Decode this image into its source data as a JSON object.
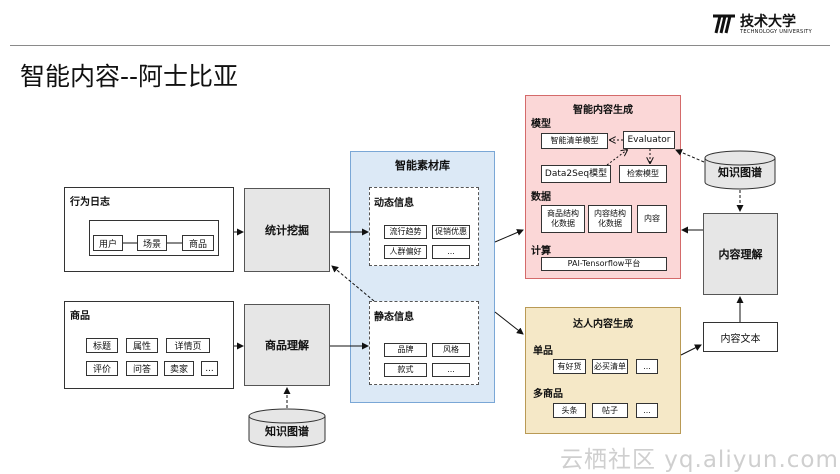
{
  "header": {
    "brand_name": "技术大学",
    "brand_sub": "TECHNOLOGY UNIVERSITY",
    "slide_title": "智能内容--阿士比亚"
  },
  "nodes": {
    "behavior_log": "行为日志",
    "user": "用户",
    "scene": "场景",
    "product_small": "商品",
    "stat_mining": "统计挖掘",
    "product": "商品",
    "title_tag": "标题",
    "attr_tag": "属性",
    "detail_tag": "详情页",
    "review_tag": "评价",
    "qa_tag": "问答",
    "seller_tag": "卖家",
    "more1": "...",
    "product_understanding": "商品理解",
    "kg_bottom": "知识图谱",
    "material_lib": "智能素材库",
    "dynamic_info": "动态信息",
    "trend": "流行趋势",
    "promo": "促销优惠",
    "crowd_pref": "人群偏好",
    "more2": "...",
    "static_info": "静态信息",
    "brand": "品牌",
    "style": "风格",
    "model_style": "款式",
    "more3": "...",
    "smart_gen": "智能内容生成",
    "model_section": "模型",
    "list_model": "智能清单模型",
    "evaluator": "Evaluator",
    "d2s": "Data2Seq模型",
    "retrieval": "检索模型",
    "data_section": "数据",
    "struct_product": "商品结构化数据",
    "struct_content": "内容结构化数据",
    "content_data": "内容",
    "compute_section": "计算",
    "pai": "PAI-Tensorflow平台",
    "expert_gen": "达人内容生成",
    "single_section": "单品",
    "good_item": "有好货",
    "must_buy": "必买清单",
    "more4": "...",
    "multi_section": "多商品",
    "headline": "头条",
    "list_tag": "帖子",
    "more5": "...",
    "kg_right": "知识图谱",
    "content_understanding": "内容理解",
    "content_text": "内容文本"
  },
  "watermark": "云栖社区 yq.aliyun.com",
  "colors": {
    "material_bg": "#dce9f6",
    "material_border": "#7aa7d6",
    "smart_bg": "#fbd7d7",
    "smart_border": "#d46a6a",
    "expert_bg": "#f5e8c7",
    "expert_border": "#b99a55",
    "node_grey": "#e6e6e6"
  }
}
